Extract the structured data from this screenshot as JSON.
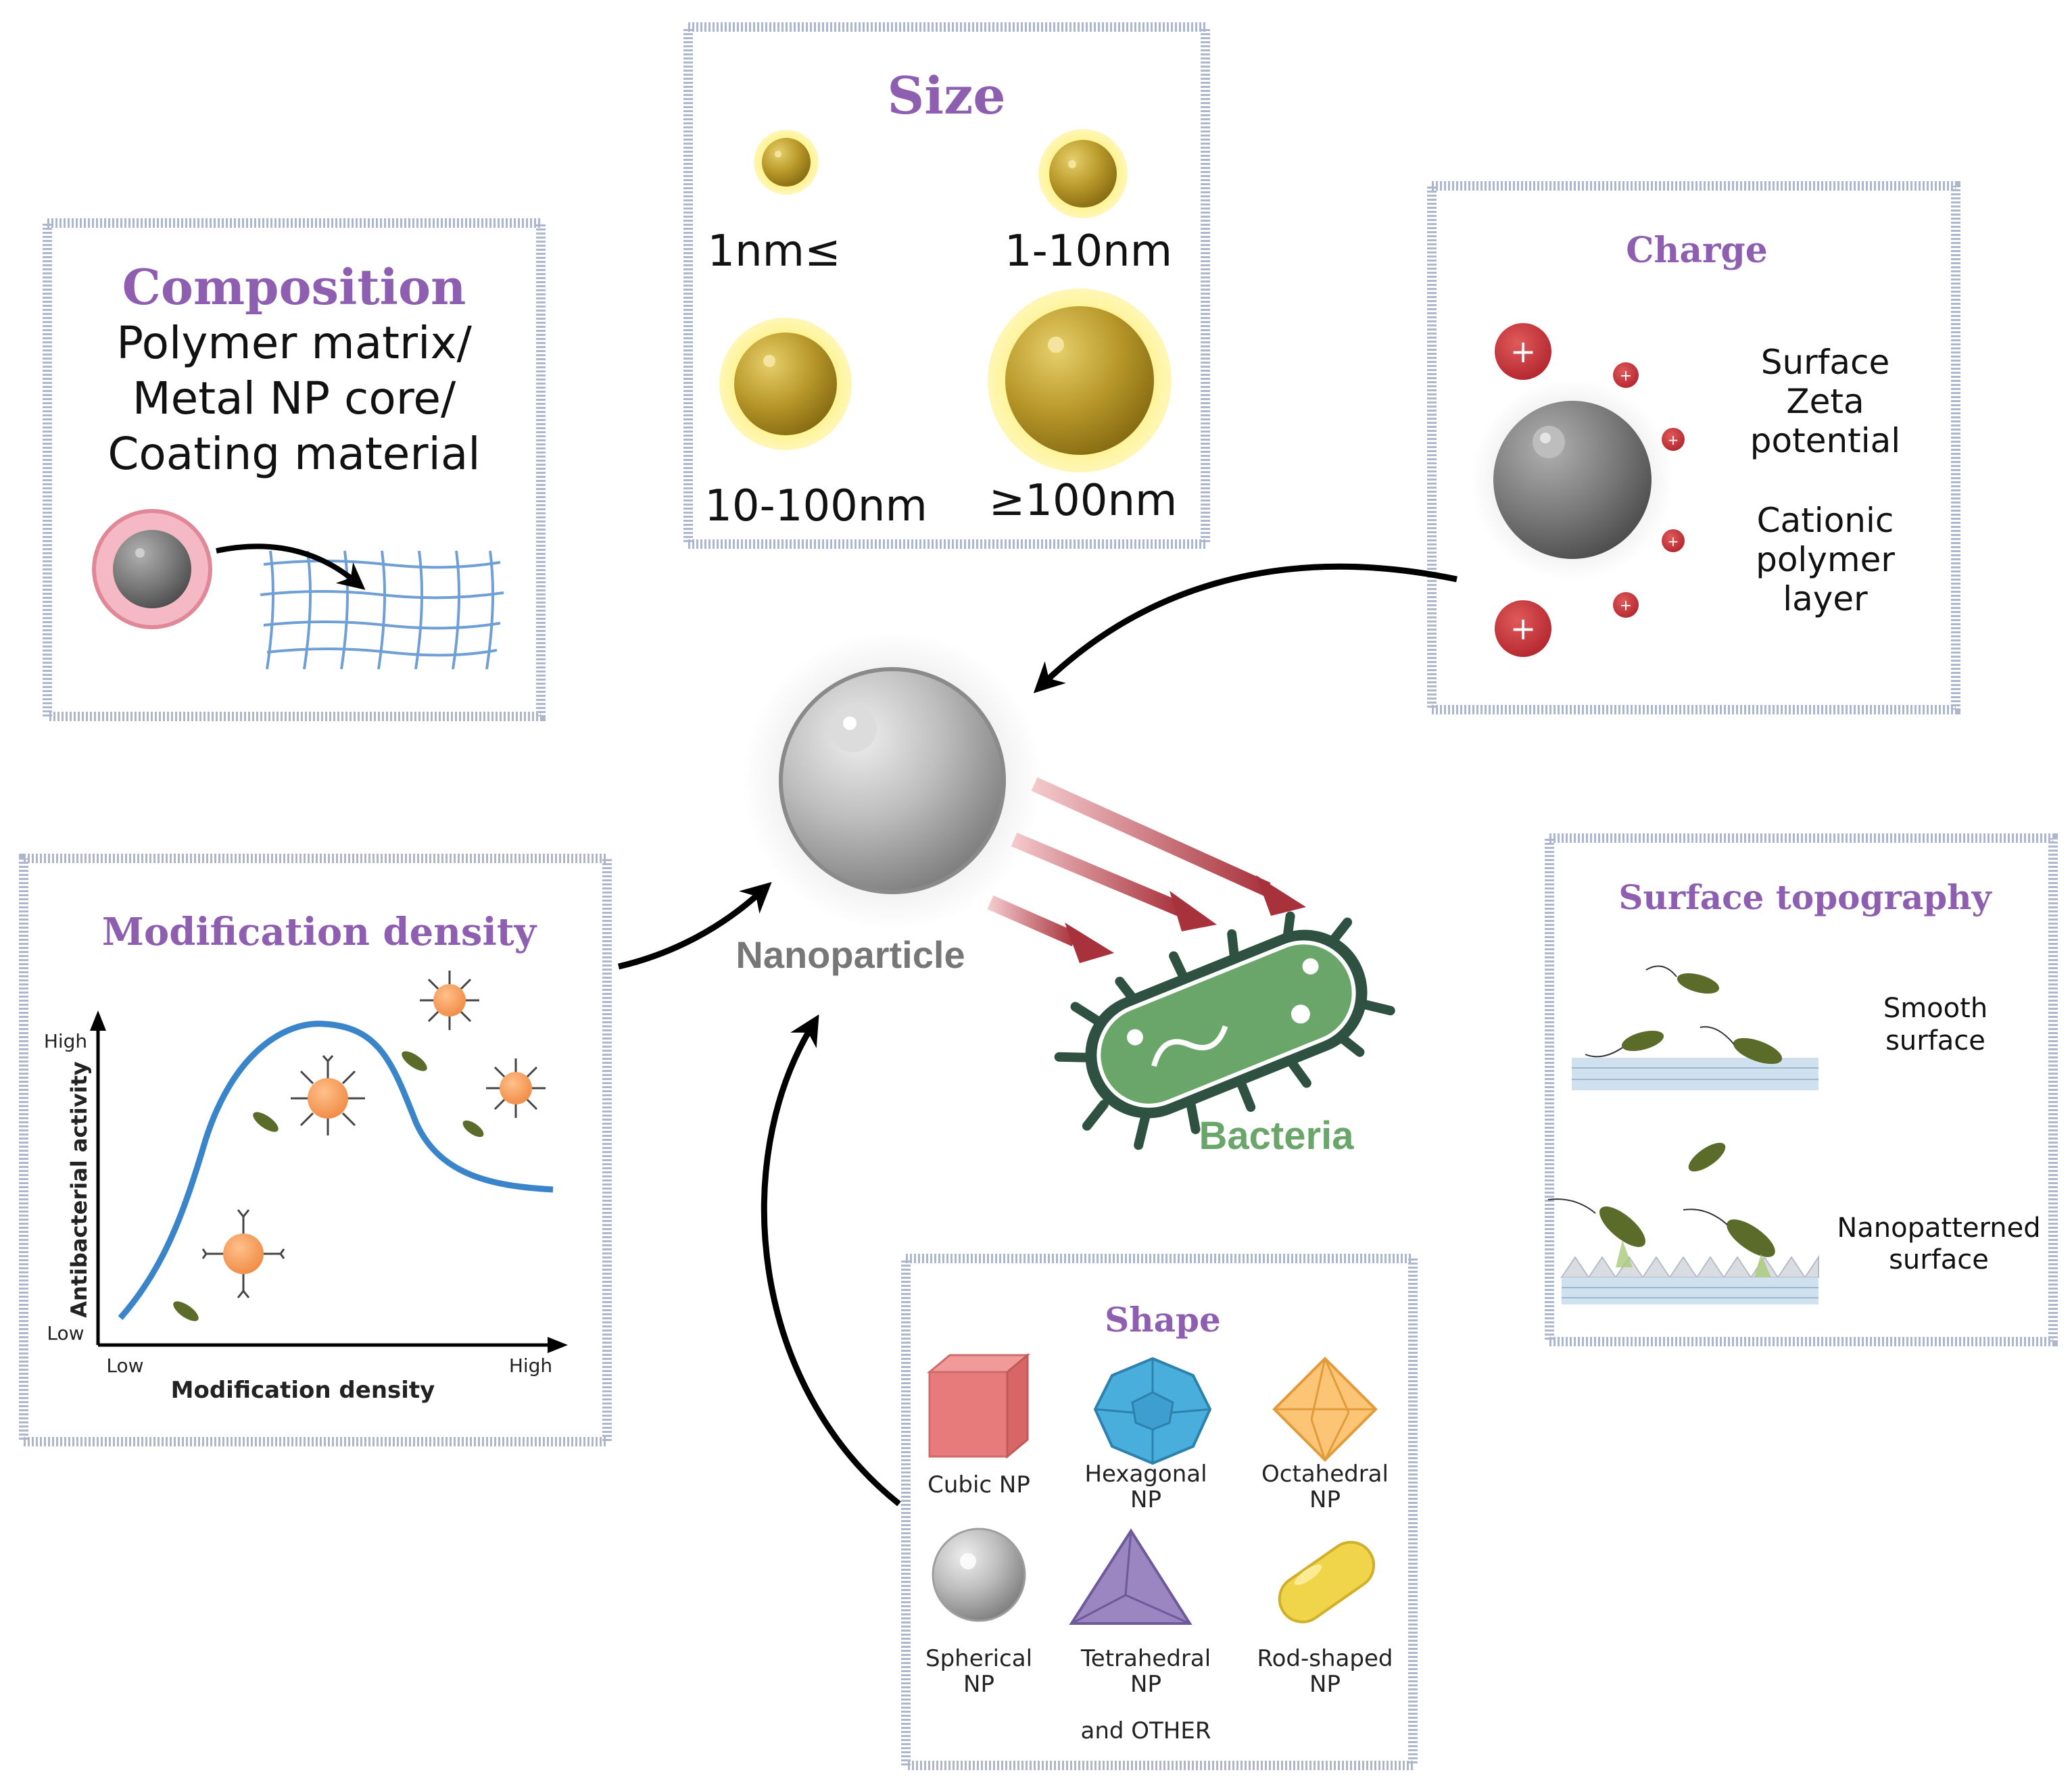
{
  "center": {
    "label": "Nanoparticle",
    "bacteria_label": "Bacteria"
  },
  "composition": {
    "title": "Composition",
    "lines": [
      "Polymer matrix/",
      "Metal NP core/",
      "Coating material"
    ]
  },
  "size": {
    "title": "Size",
    "items": [
      "1nm≤",
      "1-10nm",
      "10-100nm",
      "≥100nm"
    ]
  },
  "charge": {
    "title": "Charge",
    "text1": [
      "Surface",
      "Zeta",
      "potential"
    ],
    "text2": [
      "Cationic",
      "polymer",
      "layer"
    ],
    "plus": "+"
  },
  "modification": {
    "title": "Modification density",
    "ylabel": "Antibacterial activity",
    "xlabel": "Modification density",
    "y_high": "High",
    "y_low": "Low",
    "x_low": "Low",
    "x_high": "High"
  },
  "topography": {
    "title": "Surface topography",
    "smooth": [
      "Smooth",
      "surface"
    ],
    "nano": [
      "Nanopatterned",
      "surface"
    ]
  },
  "shape": {
    "title": "Shape",
    "items": [
      {
        "l1": "Cubic NP",
        "l2": ""
      },
      {
        "l1": "Hexagonal",
        "l2": "NP"
      },
      {
        "l1": "Octahedral",
        "l2": "NP"
      },
      {
        "l1": "Spherical",
        "l2": "NP"
      },
      {
        "l1": "Tetrahedral",
        "l2": "NP"
      },
      {
        "l1": "Rod-shaped",
        "l2": "NP"
      }
    ],
    "footer": "and OTHER"
  },
  "colors": {
    "title_purple": "#8e5fb0",
    "curve_blue": "#3a84c9",
    "arrow_red": "#a8323c",
    "bacteria_green": "#6aa56a",
    "bacteria_dark": "#2f5142",
    "gold": "#b8982a",
    "grey_np": "#9a9a9a"
  }
}
